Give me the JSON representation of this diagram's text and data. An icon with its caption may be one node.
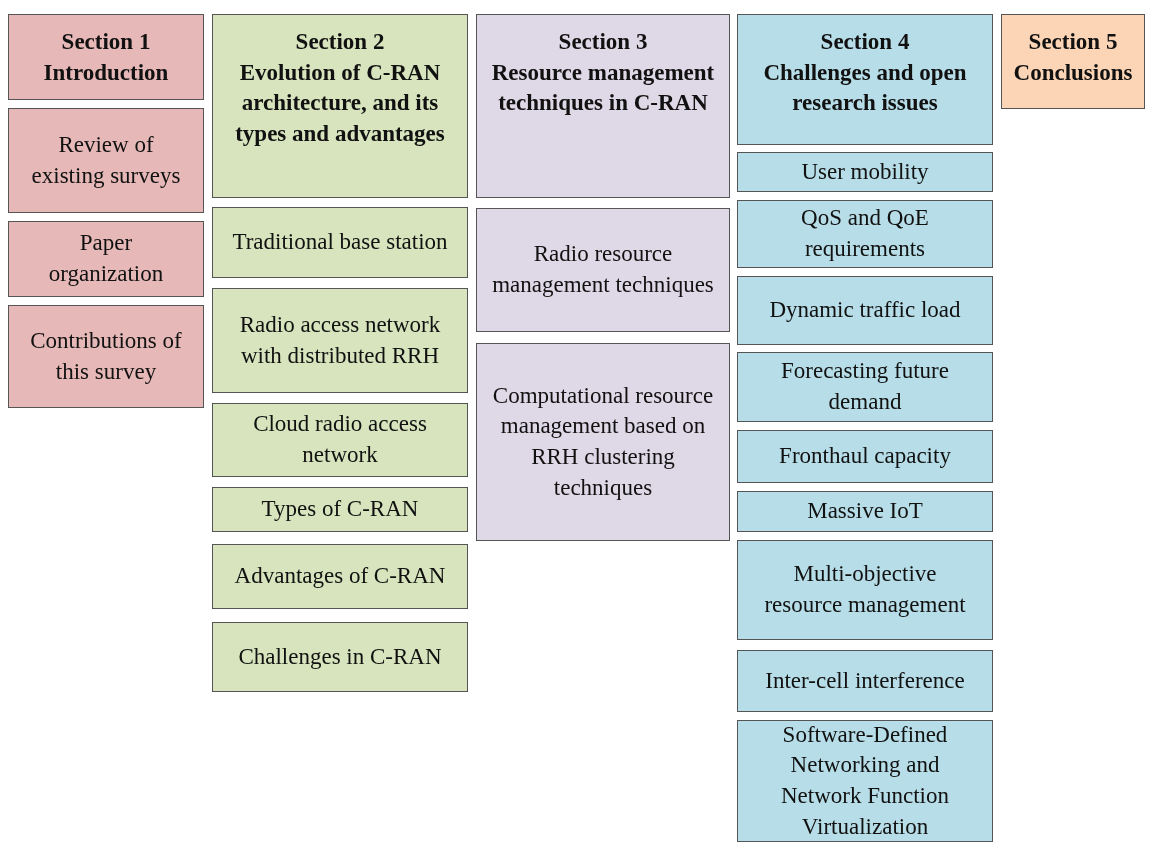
{
  "diagram": {
    "nodes": [
      {
        "text": [
          "Section 1",
          "Introduction"
        ]
      },
      {
        "text": [
          "Review of existing surveys"
        ]
      },
      {
        "text": [
          "Paper organization"
        ]
      },
      {
        "text": [
          "Contributions of this survey"
        ]
      },
      {
        "text": [
          "Section 2",
          "Evolution of C-RAN architecture, and its types and advantages"
        ]
      },
      {
        "text": [
          "Traditional base station"
        ]
      },
      {
        "text": [
          "Radio access network with distributed RRH"
        ]
      },
      {
        "text": [
          "Cloud radio access network"
        ]
      },
      {
        "text": [
          "Types of C-RAN"
        ]
      },
      {
        "text": [
          "Advantages of C-RAN"
        ]
      },
      {
        "text": [
          "Challenges in C-RAN"
        ]
      },
      {
        "text": [
          "Section 3",
          "Resource management techniques in C-RAN"
        ]
      },
      {
        "text": [
          "Radio resource management techniques"
        ]
      },
      {
        "text": [
          "Computational resource management based on RRH clustering techniques"
        ]
      },
      {
        "text": [
          "Section 4",
          "Challenges and open research issues"
        ]
      },
      {
        "text": [
          "User mobility"
        ]
      },
      {
        "text": [
          "QoS and QoE requirements"
        ]
      },
      {
        "text": [
          "Dynamic traffic load"
        ]
      },
      {
        "text": [
          "Forecasting future demand"
        ]
      },
      {
        "text": [
          "Fronthaul capacity"
        ]
      },
      {
        "text": [
          "Massive IoT"
        ]
      },
      {
        "text": [
          "Multi-objective resource management"
        ]
      },
      {
        "text": [
          "Inter-cell interference"
        ]
      },
      {
        "text": [
          "Software-Defined Networking and Network Function Virtualization"
        ]
      },
      {
        "text": [
          "Section 5",
          "Conclusions"
        ]
      }
    ]
  }
}
